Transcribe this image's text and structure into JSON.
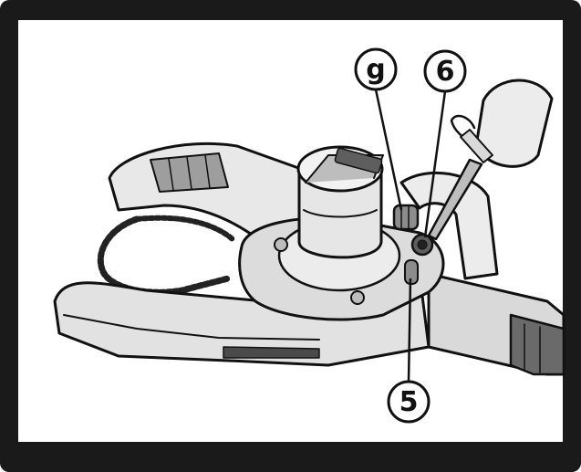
{
  "callouts": {
    "g": "g",
    "six": "6",
    "five": "5"
  },
  "colors": {
    "frame": "#1a1a1a",
    "body_light": "#e6e6e6",
    "body_mid": "#bdbdbd",
    "body_dark": "#5e5e5e",
    "outline": "#111111"
  },
  "icons": {
    "frame": "black-rounded-frame",
    "tool": "chainsaw-pruner-illustration",
    "oil_bottle": "oil-bottle-icon",
    "motor": "motor-housing-icon"
  }
}
